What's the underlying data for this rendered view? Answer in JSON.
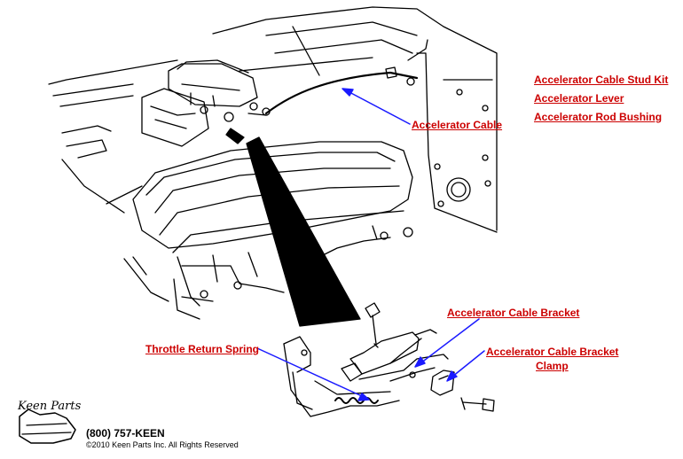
{
  "labels": {
    "stud_kit": "Accelerator Cable Stud Kit",
    "lever": "Accelerator Lever",
    "rod_bushing": "Accelerator Rod Bushing",
    "cable": "Accelerator Cable",
    "cable_bracket": "Accelerator Cable Bracket",
    "cable_bracket_clamp_line1": "Accelerator Cable Bracket",
    "cable_bracket_clamp_line2": "Clamp",
    "throttle_spring": "Throttle Return Spring"
  },
  "footer": {
    "logo": "Keen Parts",
    "phone": "(800) 757-KEEN",
    "copyright": "©2010 Keen Parts Inc. All Rights Reserved"
  },
  "colors": {
    "label": "#cc0000",
    "arrow": "#1a1aff",
    "line": "#000000"
  }
}
